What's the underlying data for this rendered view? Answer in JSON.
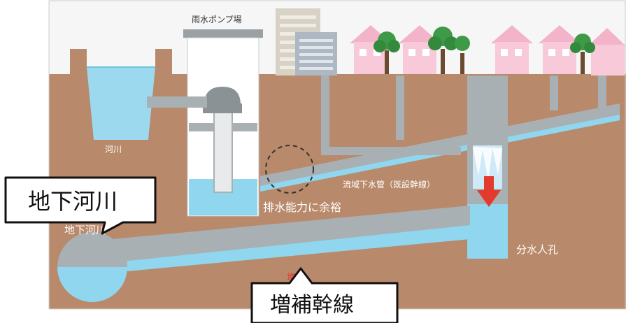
{
  "labels": {
    "pump_station": "雨水ポンプ場",
    "river": "河川",
    "trunk_main": "流域下水管（既設幹線）",
    "capacity_margin": "排水能力に余裕",
    "underground_river_faded": "地下河川",
    "manhole": "分水人孔",
    "reinforcing_faded": "増補"
  },
  "callouts": {
    "underground_river": "地下河川",
    "reinforcing_main": "増補幹線"
  },
  "colors": {
    "soil": "#b8896a",
    "water": "#8fd6ee",
    "pipe": "#a8b0b4",
    "accent_red": "#e23b2e"
  },
  "icons": {
    "flow_arrow": "down-arrow-icon",
    "margin_marker": "dashed-circle-icon"
  }
}
